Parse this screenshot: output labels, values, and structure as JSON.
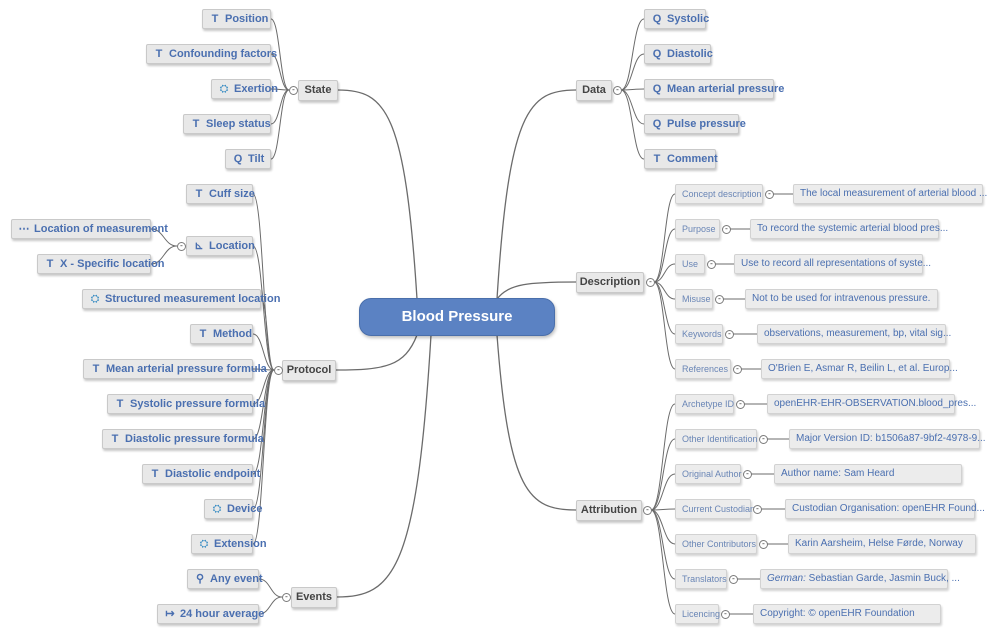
{
  "center": "Blood Pressure",
  "branches": {
    "state": "State",
    "protocol": "Protocol",
    "events": "Events",
    "data": "Data",
    "description": "Description",
    "attribution": "Attribution"
  },
  "collapse_glyph": "-",
  "state_items": [
    {
      "icon": "T",
      "icon_name": "text-type-icon",
      "label": "Position"
    },
    {
      "icon": "T",
      "icon_name": "text-type-icon",
      "label": "Confounding factors"
    },
    {
      "icon": "⛭",
      "icon_name": "cluster-icon",
      "label": "Exertion"
    },
    {
      "icon": "T",
      "icon_name": "text-type-icon",
      "label": "Sleep status"
    },
    {
      "icon": "Q",
      "icon_name": "quantity-type-icon",
      "label": "Tilt"
    }
  ],
  "protocol_items": [
    {
      "icon": "T",
      "icon_name": "text-type-icon",
      "label": "Cuff size"
    },
    {
      "icon": "⊾",
      "icon_name": "hierarchy-icon",
      "label": "Location"
    },
    {
      "icon": "⛭",
      "icon_name": "cluster-icon",
      "label": "Structured measurement location"
    },
    {
      "icon": "T",
      "icon_name": "text-type-icon",
      "label": "Method"
    },
    {
      "icon": "T",
      "icon_name": "text-type-icon",
      "label": "Mean arterial pressure formula"
    },
    {
      "icon": "T",
      "icon_name": "text-type-icon",
      "label": "Systolic pressure formula"
    },
    {
      "icon": "T",
      "icon_name": "text-type-icon",
      "label": "Diastolic pressure formula"
    },
    {
      "icon": "T",
      "icon_name": "text-type-icon",
      "label": "Diastolic endpoint"
    },
    {
      "icon": "⛭",
      "icon_name": "cluster-icon",
      "label": "Device"
    },
    {
      "icon": "⛭",
      "icon_name": "cluster-icon",
      "label": "Extension"
    }
  ],
  "location_items": [
    {
      "icon": "⋯",
      "icon_name": "choice-type-icon",
      "label": "Location of measurement"
    },
    {
      "icon": "T",
      "icon_name": "text-type-icon",
      "label": "X - Specific location"
    }
  ],
  "events_items": [
    {
      "icon": "⚲",
      "icon_name": "event-icon",
      "label": "Any event"
    },
    {
      "icon": "↦",
      "icon_name": "interval-event-icon",
      "label": "24 hour average"
    }
  ],
  "data_items": [
    {
      "icon": "Q",
      "icon_name": "quantity-type-icon",
      "label": "Systolic"
    },
    {
      "icon": "Q",
      "icon_name": "quantity-type-icon",
      "label": "Diastolic"
    },
    {
      "icon": "Q",
      "icon_name": "quantity-type-icon",
      "label": "Mean arterial pressure"
    },
    {
      "icon": "Q",
      "icon_name": "quantity-type-icon",
      "label": "Pulse pressure"
    },
    {
      "icon": "T",
      "icon_name": "text-type-icon",
      "label": "Comment"
    }
  ],
  "description_items": [
    {
      "label": "Concept description",
      "value": "The local measurement of arterial blood ..."
    },
    {
      "label": "Purpose",
      "value": "To record the systemic arterial blood pres..."
    },
    {
      "label": "Use",
      "value": "Use to record all representations of syste..."
    },
    {
      "label": "Misuse",
      "value": "Not to be used for intravenous pressure."
    },
    {
      "label": "Keywords",
      "value": "observations, measurement, bp, vital sig..."
    },
    {
      "label": "References",
      "value": "O'Brien E, Asmar R, Beilin L, et al. Europ..."
    }
  ],
  "attribution_items": [
    {
      "label": "Archetype ID",
      "value": "openEHR-EHR-OBSERVATION.blood_pres..."
    },
    {
      "label": "Other Identification",
      "value": "Major Version ID: b1506a87-9bf2-4978-9..."
    },
    {
      "label": "Original Author",
      "value": "Author name: Sam Heard"
    },
    {
      "label": "Current Custodian",
      "value": "Custodian Organisation: openEHR Found..."
    },
    {
      "label": "Other Contributors",
      "value": "Karin Aarsheim, Helse Førde, Norway"
    },
    {
      "label": "Translators",
      "prefix": "German:",
      "value": " Sebastian Garde, Jasmin Buck, ..."
    },
    {
      "label": "Licencing",
      "value": "Copyright: © openEHR Foundation"
    }
  ]
}
